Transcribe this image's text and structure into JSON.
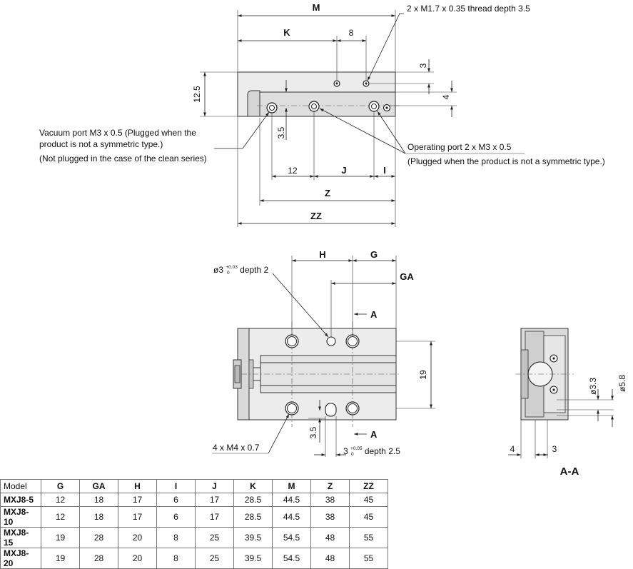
{
  "top_view": {
    "dim_M": "M",
    "dim_K": "K",
    "dim_8": "8",
    "dim_3": "3",
    "dim_4": "4",
    "dim_12_5": "12.5",
    "dim_3_5": "3.5",
    "dim_12": "12",
    "dim_J": "J",
    "dim_I": "I",
    "dim_Z": "Z",
    "dim_ZZ": "ZZ",
    "thread_note": "2 x M1.7 x 0.35 thread depth 3.5",
    "vacuum_note_1": "Vacuum port M3 x 0.5 (Plugged when the",
    "vacuum_note_2": "product is not a symmetric type.)",
    "vacuum_note_3": "(Not plugged in the case of the clean series)",
    "operating_note_1": "Operating port 2 x M3 x 0.5",
    "operating_note_2": "(Plugged when the product is not a symmetric type.)"
  },
  "side_view": {
    "dim_H": "H",
    "dim_G": "G",
    "dim_GA": "GA",
    "dim_19": "19",
    "dim_3_5": "3.5",
    "section_mark_top": "A",
    "section_mark_bottom": "A",
    "pin_hole_prefix": "ø3",
    "pin_hole_tol_upper": "+0.03",
    "pin_hole_tol_lower": "0",
    "pin_hole_suffix": "depth 2",
    "slot_prefix": "3",
    "slot_tol_upper": "+0.05",
    "slot_tol_lower": "0",
    "slot_suffix": "depth 2.5",
    "thread_note": "4 x M4 x 0.7"
  },
  "section_view": {
    "title": "A-A",
    "dim_3_3": "ø3.3",
    "dim_5_8": "ø5.8",
    "dim_4": "4",
    "dim_3": "3"
  },
  "table": {
    "headers": [
      "Model",
      "G",
      "GA",
      "H",
      "I",
      "J",
      "K",
      "M",
      "Z",
      "ZZ"
    ],
    "rows": [
      [
        "MXJ8-5",
        "12",
        "18",
        "17",
        "6",
        "17",
        "28.5",
        "44.5",
        "38",
        "45"
      ],
      [
        "MXJ8-10",
        "12",
        "18",
        "17",
        "6",
        "17",
        "28.5",
        "44.5",
        "38",
        "45"
      ],
      [
        "MXJ8-15",
        "19",
        "28",
        "20",
        "8",
        "25",
        "39.5",
        "54.5",
        "48",
        "55"
      ],
      [
        "MXJ8-20",
        "19",
        "28",
        "20",
        "8",
        "25",
        "39.5",
        "54.5",
        "48",
        "55"
      ]
    ]
  },
  "colors": {
    "body_fill": "#e9e9e9",
    "body_fill_dark": "#cfcfcf",
    "line": "#222222"
  }
}
